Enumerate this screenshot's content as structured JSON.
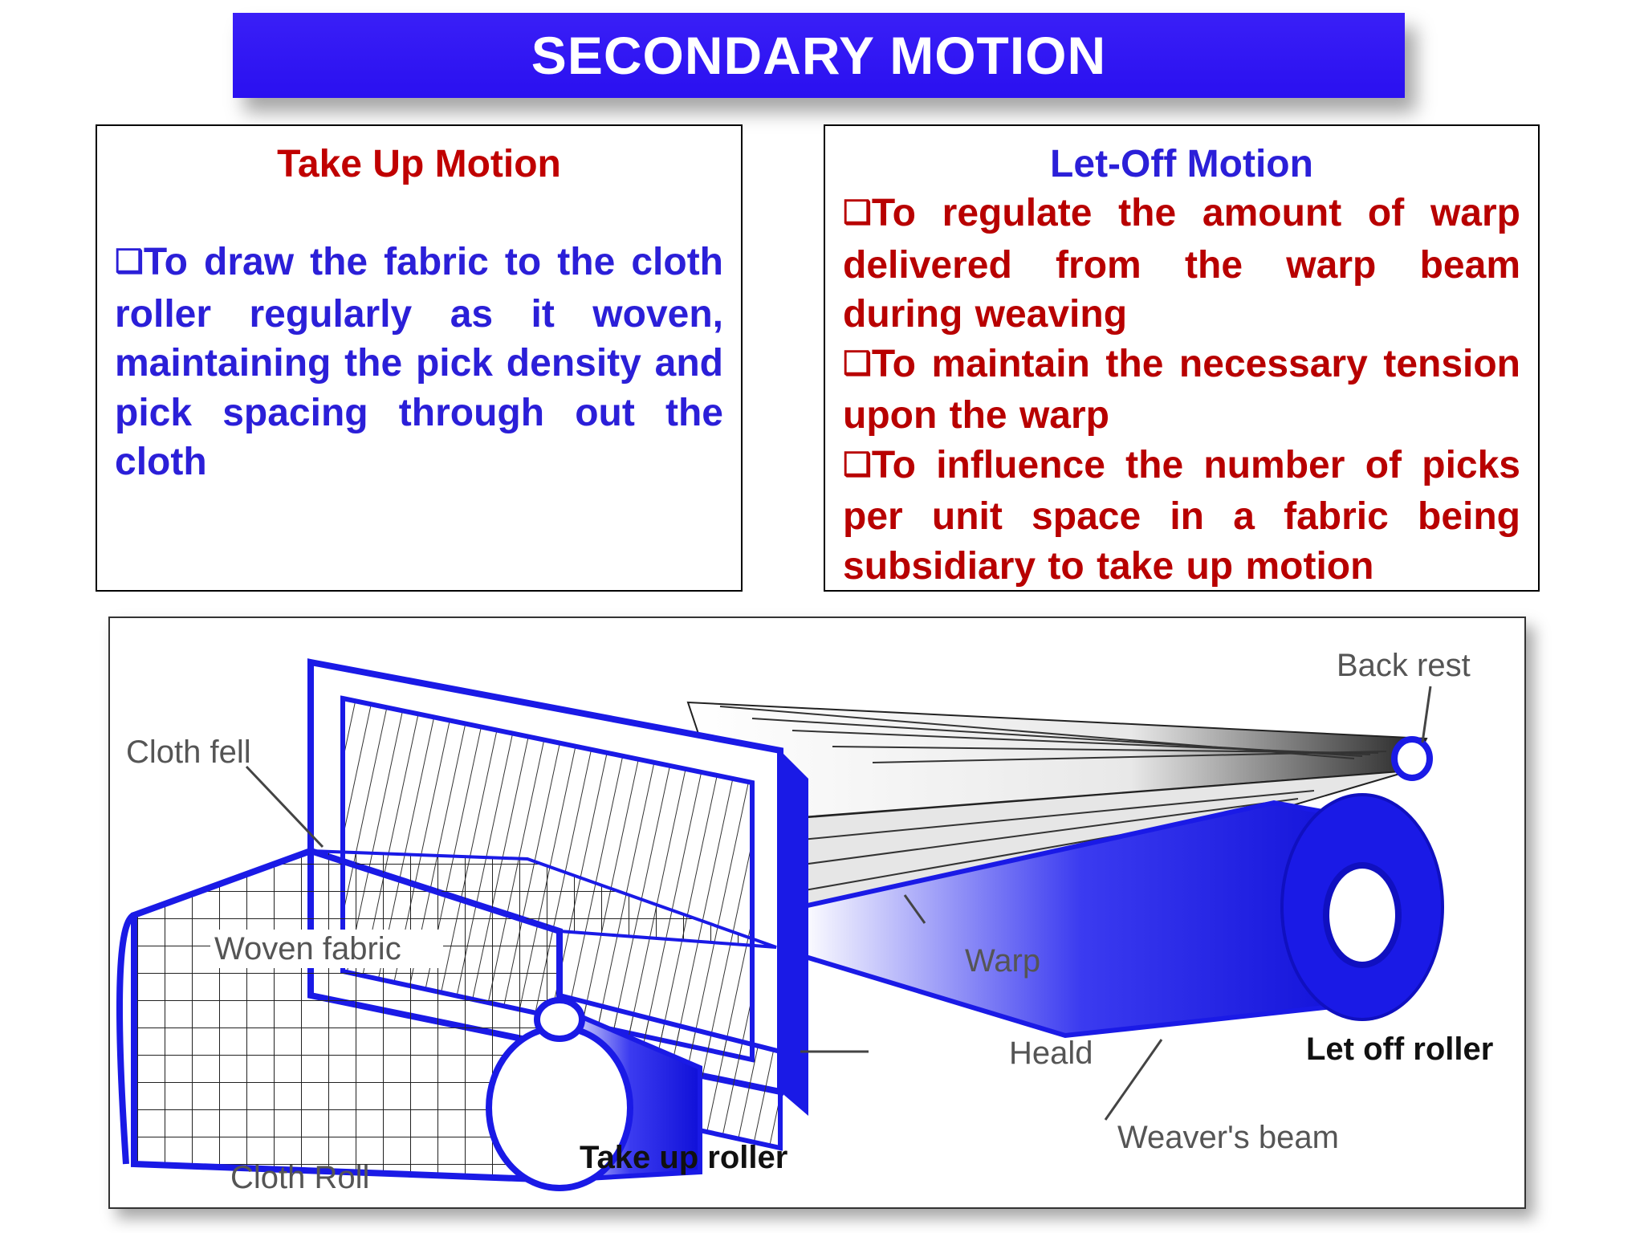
{
  "title": "SECONDARY MOTION",
  "take_up": {
    "heading": "Take Up Motion",
    "bullet": "❑",
    "points": [
      "To draw the fabric to the cloth roller regularly as it woven, maintaining the pick density and pick spacing through out the cloth"
    ]
  },
  "let_off": {
    "heading": "Let-Off Motion",
    "bullet": "❑",
    "points": [
      "To regulate the amount of warp delivered from the warp beam during weaving",
      "To maintain the necessary tension upon the warp",
      "To influence the number of picks per unit space in a fabric being subsidiary to take up motion"
    ]
  },
  "diagram_labels": {
    "back_rest": "Back rest",
    "cloth_fell": "Cloth fell",
    "woven_fabric": "Woven fabric",
    "warp": "Warp",
    "heald": "Heald",
    "let_off_roller": "Let off roller",
    "weavers_beam": "Weaver's beam",
    "cloth_roll": "Cloth Roll",
    "take_up_roller": "Take up roller"
  },
  "colors": {
    "banner": "#2a10f0",
    "heading_red": "#c00000",
    "heading_blue": "#2b1fd8",
    "machine_blue": "#1a1ae6"
  }
}
